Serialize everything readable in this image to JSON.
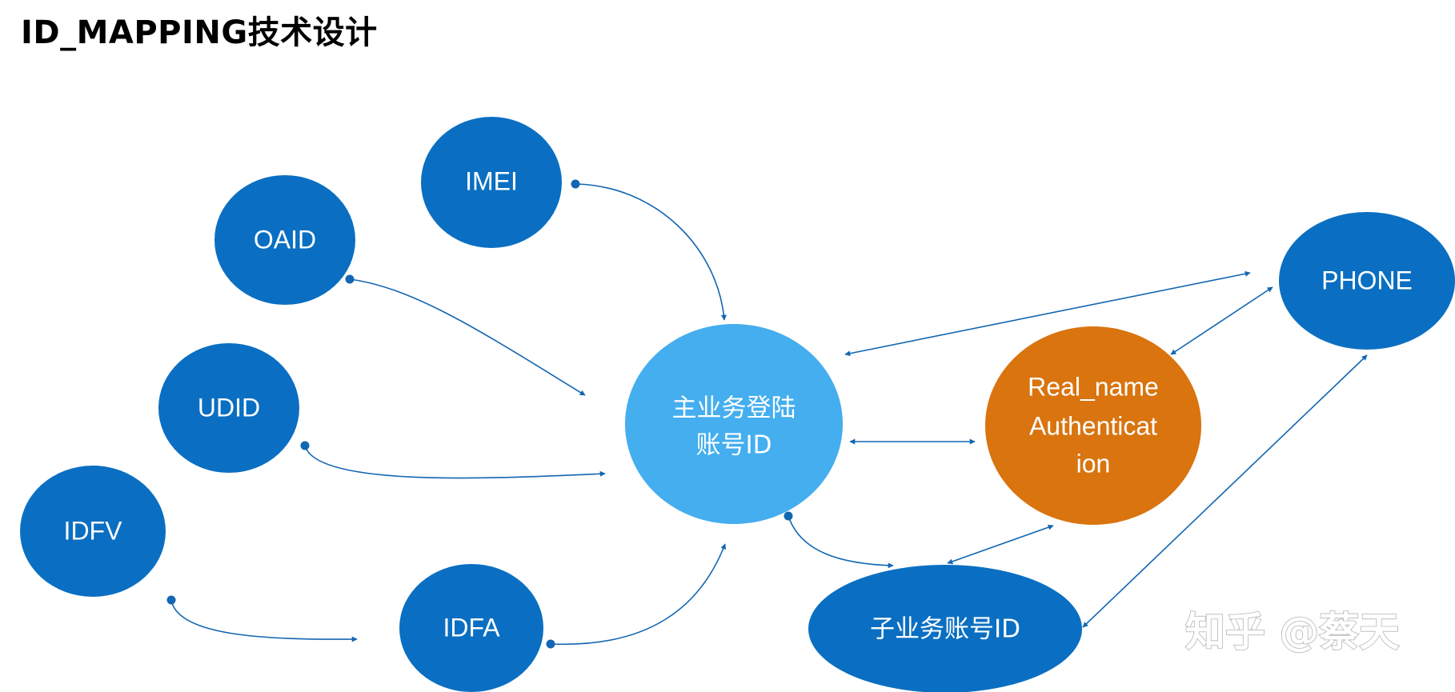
{
  "title": "ID_MAPPING技术设计",
  "colors": {
    "node_dark_blue": "#0a6fc2",
    "node_light_blue": "#44aeef",
    "node_orange": "#d9740f",
    "edge": "#1266b2"
  },
  "nodes": {
    "imei": "IMEI",
    "oaid": "OAID",
    "udid": "UDID",
    "idfv": "IDFV",
    "idfa": "IDFA",
    "main_account_line1": "主业务登陆",
    "main_account_line2": "账号ID",
    "real_name_line1": "Real_name",
    "real_name_line2": "Authenticat",
    "real_name_line3": "ion",
    "phone": "PHONE",
    "sub_account": "子业务账号ID"
  },
  "watermark": "知乎 @蔡天",
  "edges": [
    {
      "from": "IMEI",
      "to": "主业务登陆账号ID",
      "type": "dot-to-arrow"
    },
    {
      "from": "OAID",
      "to": "主业务登陆账号ID",
      "type": "dot-to-arrow"
    },
    {
      "from": "UDID",
      "to": "主业务登陆账号ID",
      "type": "dot-to-arrow"
    },
    {
      "from": "IDFV",
      "to": "IDFA",
      "type": "dot-to-arrow"
    },
    {
      "from": "IDFA",
      "to": "主业务登陆账号ID",
      "type": "dot-to-arrow"
    },
    {
      "from": "主业务登陆账号ID",
      "to": "子业务账号ID",
      "type": "dot-to-arrow"
    },
    {
      "from": "主业务登陆账号ID",
      "to": "Real_name Authentication",
      "type": "bidirectional"
    },
    {
      "from": "主业务登陆账号ID",
      "to": "PHONE",
      "type": "bidirectional"
    },
    {
      "from": "Real_name Authentication",
      "to": "PHONE",
      "type": "bidirectional"
    },
    {
      "from": "子业务账号ID",
      "to": "Real_name Authentication",
      "type": "bidirectional"
    },
    {
      "from": "子业务账号ID",
      "to": "PHONE",
      "type": "bidirectional"
    }
  ]
}
